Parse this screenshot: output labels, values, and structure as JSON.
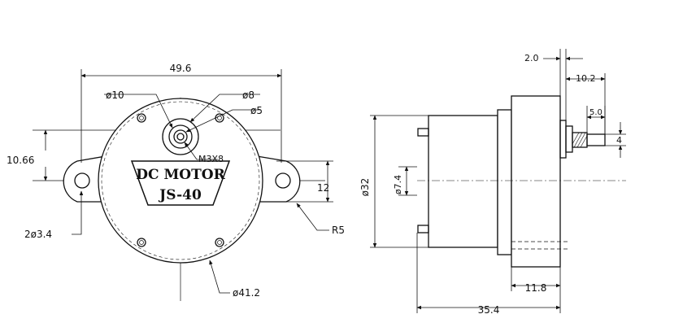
{
  "front_view": {
    "width_dim": "49.6",
    "phi10": "ø10",
    "phi8": "ø8",
    "phi5": "ø5",
    "screw": "M3X8",
    "dim_1066": "10.66",
    "dim_12": "12",
    "holes": "2ø3.4",
    "r5": "R5",
    "phi412": "ø41.2",
    "label_line1": "DC MOTOR",
    "label_line2": "JS-40"
  },
  "side_view": {
    "dim_2": "2.0",
    "dim_102": "10.2",
    "dim_50": "5.0",
    "dim_4": "4",
    "phi32": "ø32",
    "phi74": "ø7.4",
    "dim_118": "11.8",
    "dim_354": "35.4"
  },
  "colors": {
    "line": "#111111",
    "body": "#ffffff"
  }
}
